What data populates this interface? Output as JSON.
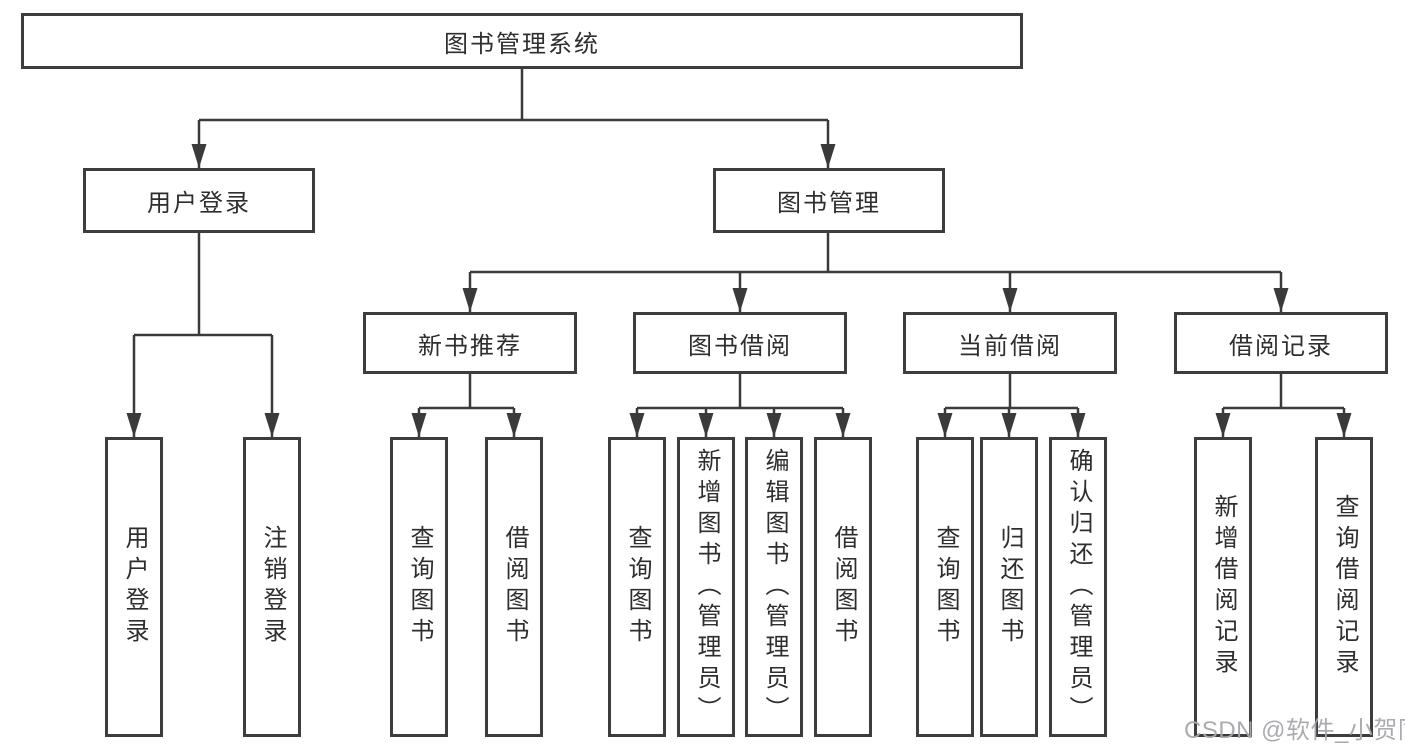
{
  "tree": {
    "root": "图书管理系统",
    "children": [
      {
        "label": "用户登录",
        "children": [
          "用户登录",
          "注销登录"
        ]
      },
      {
        "label": "图书管理",
        "children": [
          {
            "label": "新书推荐",
            "children": [
              "查询图书",
              "借阅图书"
            ]
          },
          {
            "label": "图书借阅",
            "children": [
              "查询图书",
              "新增图书（管理员）",
              "编辑图书（管理员）",
              "借阅图书"
            ]
          },
          {
            "label": "当前借阅",
            "children": [
              "查询图书",
              "归还图书",
              "确认归还（管理员）"
            ]
          },
          {
            "label": "借阅记录",
            "children": [
              "新增借阅记录",
              "查询借阅记录"
            ]
          }
        ]
      }
    ]
  },
  "watermark": {
    "text": "CSDN @软件_小贺同学"
  },
  "colors": {
    "line": "#3a3a3a",
    "border": "#3d3d3d",
    "text": "#2e2e2e",
    "watermark": "#a8a8ac"
  }
}
